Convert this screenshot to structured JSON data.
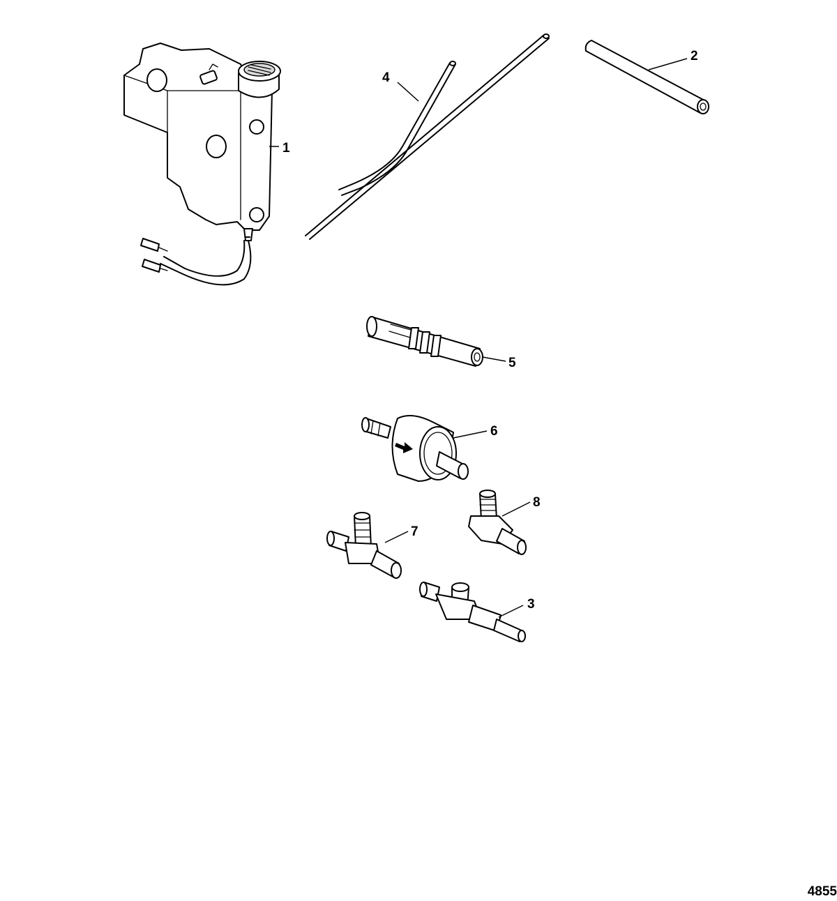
{
  "figure_id": "4855",
  "callouts": [
    {
      "id": "1",
      "label": "1"
    },
    {
      "id": "2",
      "label": "2"
    },
    {
      "id": "3",
      "label": "3"
    },
    {
      "id": "4",
      "label": "4"
    },
    {
      "id": "5",
      "label": "5"
    },
    {
      "id": "6",
      "label": "6"
    },
    {
      "id": "7",
      "label": "7"
    },
    {
      "id": "8",
      "label": "8"
    }
  ]
}
